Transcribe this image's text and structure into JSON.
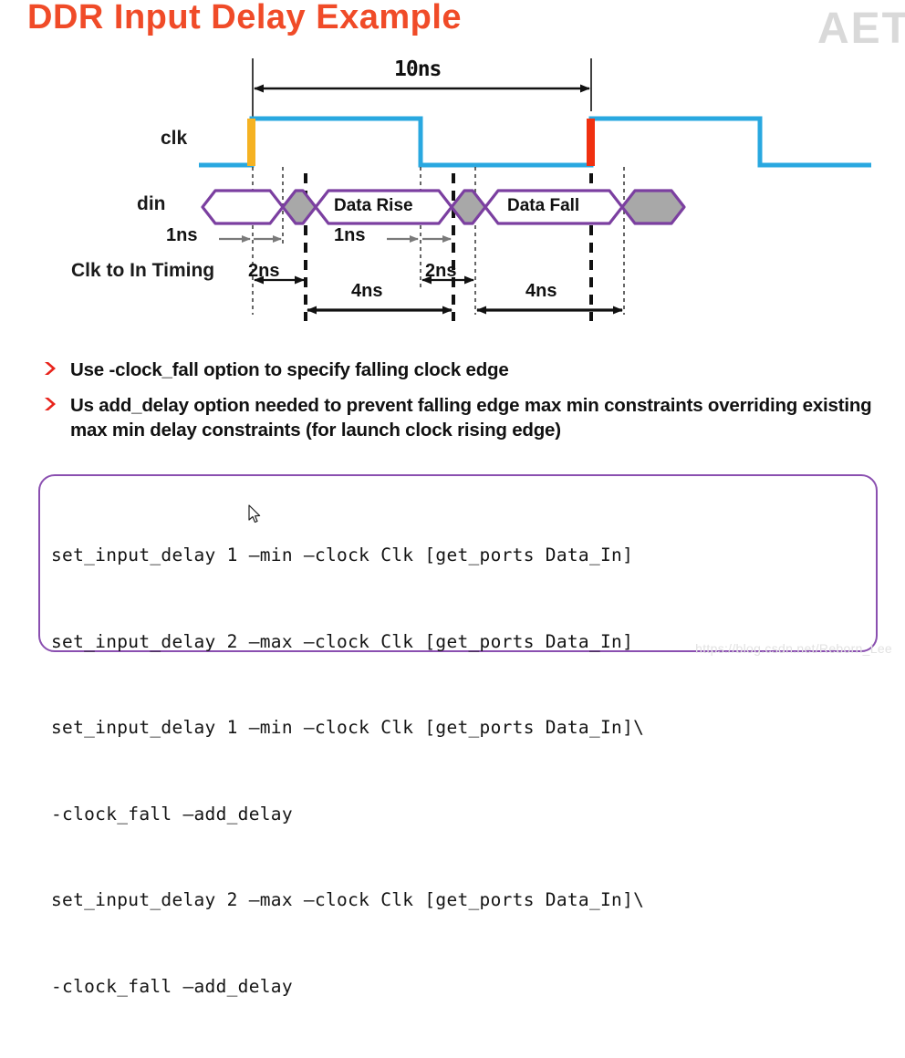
{
  "slide": {
    "title": "DDR Input Delay Example",
    "logo_watermark": "AET",
    "url_watermark": "https://blog.csdn.net/Reborn_Lee"
  },
  "diagram": {
    "period_label": "10ns",
    "signals": [
      {
        "name": "clk-signal",
        "label": "clk",
        "color": "#29a8e0"
      },
      {
        "name": "din-signal",
        "label": "din",
        "color": "#7b3fa0"
      }
    ],
    "row_label_clk_to_in": "Clk to In Timing",
    "bus_segments": [
      {
        "label": "",
        "fill": "white"
      },
      {
        "label": "",
        "fill": "gray"
      },
      {
        "label": "Data Rise",
        "fill": "white"
      },
      {
        "label": "",
        "fill": "gray"
      },
      {
        "label": "Data Fall",
        "fill": "white"
      },
      {
        "label": "",
        "fill": "gray"
      }
    ],
    "measurements": [
      {
        "name": "period",
        "label": "10ns",
        "value": 10,
        "unit": "ns"
      },
      {
        "name": "clk-to-in-rise",
        "label": "1ns",
        "value": 1,
        "unit": "ns"
      },
      {
        "name": "clk-to-in-fall",
        "label": "1ns",
        "value": 1,
        "unit": "ns"
      },
      {
        "name": "skew-rise",
        "label": "2ns",
        "value": 2,
        "unit": "ns"
      },
      {
        "name": "skew-fall",
        "label": "2ns",
        "value": 2,
        "unit": "ns"
      },
      {
        "name": "window-rise",
        "label": "4ns",
        "value": 4,
        "unit": "ns"
      },
      {
        "name": "window-fall",
        "label": "4ns",
        "value": 4,
        "unit": "ns"
      }
    ],
    "edge_markers": [
      {
        "name": "rising-edge-marker",
        "color": "#f5b222"
      },
      {
        "name": "second-rising-edge-marker",
        "color": "#f03010"
      }
    ],
    "colors": {
      "clock": "#29a8e0",
      "bus_outline": "#7b3fa0",
      "bus_gray_fill": "#a8a8a8",
      "arrow": "#111111",
      "gray_arrow": "#808080"
    }
  },
  "bullets": [
    {
      "text": "Use -clock_fall option to specify falling clock edge"
    },
    {
      "text": "Us add_delay option needed to prevent falling edge max min constraints overriding existing max min delay constraints (for launch clock rising edge)"
    }
  ],
  "code": {
    "lines": [
      "set_input_delay 1 –min –clock Clk [get_ports Data_In]",
      "set_input_delay 2 –max –clock Clk [get_ports Data_In]",
      "set_input_delay 1 –min –clock Clk [get_ports Data_In]\\",
      "-clock_fall –add_delay",
      "set_input_delay 2 –max –clock Clk [get_ports Data_In]\\",
      "-clock_fall –add_delay"
    ],
    "border_color": "#8a4fb0"
  },
  "colors": {
    "title": "#f04b28",
    "bullet_marker": "#e8241c",
    "text": "#111111"
  }
}
